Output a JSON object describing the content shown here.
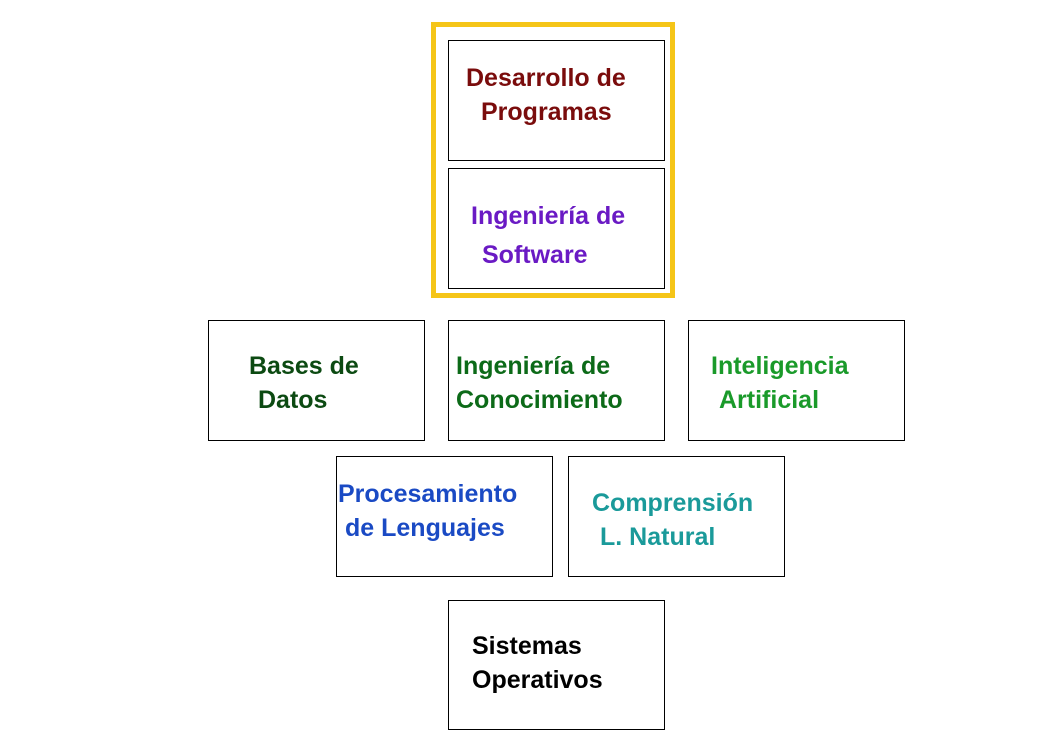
{
  "nodes": {
    "desarrollo": {
      "line1": "Desarrollo de",
      "line2": "Programas",
      "color": "#7a0c0c"
    },
    "ingsoftware": {
      "line1": "Ingeniería de",
      "line2": "Software",
      "color": "#6a1ac4"
    },
    "basesdatos": {
      "line1": "Bases de",
      "line2": "Datos",
      "color": "#0c4a12"
    },
    "ingconocimiento": {
      "line1": "Ingeniería de",
      "line2": "Conocimiento",
      "color": "#0c6a18"
    },
    "inteligencia": {
      "line1": "Inteligencia",
      "line2": "Artificial",
      "color": "#1a9a2a"
    },
    "procesamiento": {
      "line1": "Procesamiento",
      "line2": "de Lenguajes",
      "color": "#1a4ac4"
    },
    "comprension": {
      "line1": "Comprensión",
      "line2": "L. Natural",
      "color": "#1a9a9a"
    },
    "sistemas": {
      "line1": "Sistemas",
      "line2": "Operativos",
      "color": "#000000"
    }
  },
  "highlight_color": "#f5c518"
}
